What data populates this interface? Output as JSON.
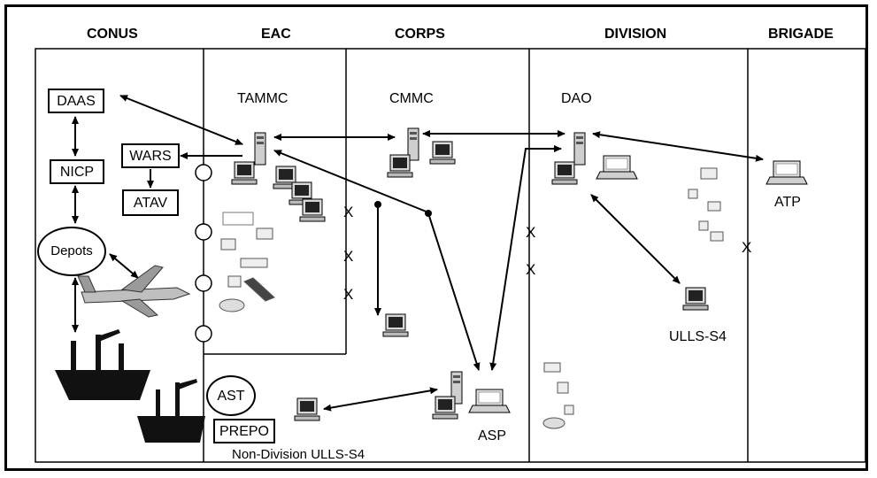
{
  "columns": {
    "conus": "CONUS",
    "eac": "EAC",
    "corps": "CORPS",
    "division": "DIVISION",
    "brigade": "BRIGADE"
  },
  "nodes": {
    "daas": "DAAS",
    "nicp": "NICP",
    "wars": "WARS",
    "atav": "ATAV",
    "depots": "Depots",
    "tammc": "TAMMC",
    "cmmc": "CMMC",
    "dao": "DAO",
    "atp": "ATP",
    "ulls_s4": "ULLS-S4",
    "asp": "ASP",
    "ast": "AST",
    "prepo": "PREPO",
    "non_division_ulls_s4": "Non-Division ULLS-S4"
  },
  "breaks": {
    "x": "X"
  },
  "colors": {
    "line": "#000000",
    "background": "#ffffff"
  }
}
